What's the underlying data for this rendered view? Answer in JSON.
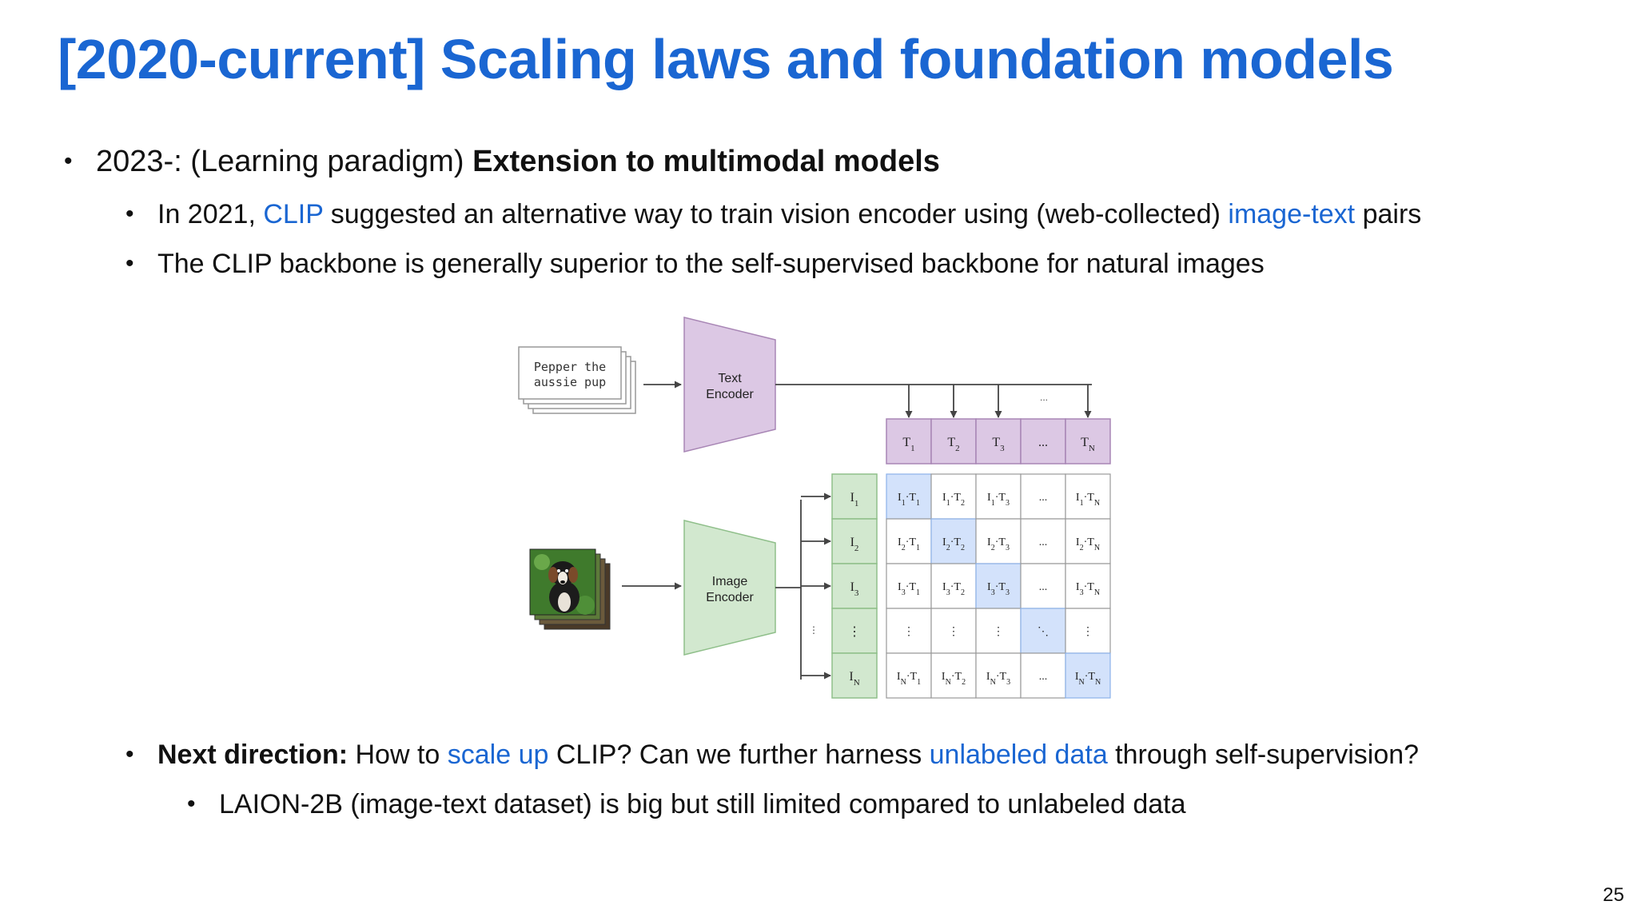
{
  "slide": {
    "title": "[2020-current] Scaling laws and foundation models",
    "page_number": "25"
  },
  "bullets": {
    "b1": {
      "prefix": "2023-: (Learning paradigm) ",
      "bold": "Extension to multimodal models"
    },
    "b2": {
      "t1": "In 2021, ",
      "link1": "CLIP",
      "t2": " suggested an alternative way to train vision encoder using (web-collected) ",
      "link2": "image-text",
      "t3": " pairs"
    },
    "b3": {
      "text": "The CLIP backbone is generally superior to the self-supervised backbone for natural images"
    },
    "b4": {
      "bold": "Next direction:",
      "t1": " How to ",
      "link1": "scale up",
      "t2": " CLIP? Can we further harness ",
      "link2": "unlabeled data",
      "t3": " through self-supervision?"
    },
    "b5": {
      "text": "LAION-2B (image-text dataset) is big but still limited compared to unlabeled data"
    }
  },
  "figure": {
    "caption_text_line1": "Pepper the",
    "caption_text_line2": "aussie pup",
    "text_encoder_line1": "Text",
    "text_encoder_line2": "Encoder",
    "image_encoder_line1": "Image",
    "image_encoder_line2": "Encoder",
    "top_ellipsis": "...",
    "text_embeddings": [
      "T1",
      "T2",
      "T3",
      "...",
      "TN"
    ],
    "image_embeddings": [
      "I1",
      "I2",
      "I3",
      "⋮",
      "IN"
    ],
    "matrix_rows": [
      [
        "I1·T1",
        "I1·T2",
        "I1·T3",
        "...",
        "I1·TN"
      ],
      [
        "I2·T1",
        "I2·T2",
        "I2·T3",
        "...",
        "I2·TN"
      ],
      [
        "I3·T1",
        "I3·T2",
        "I3·T3",
        "...",
        "I3·TN"
      ],
      [
        "⋮",
        "⋮",
        "⋮",
        "⋱",
        "⋮"
      ],
      [
        "IN·T1",
        "IN·T2",
        "IN·T3",
        "...",
        "IN·TN"
      ]
    ],
    "colors": {
      "text_fill": "#dcc8e4",
      "text_stroke": "#a886b5",
      "image_fill": "#d2e8cf",
      "image_stroke": "#8fbf8a",
      "diag_fill": "#d3e2fb",
      "diag_stroke": "#8cb2ea",
      "grid_stroke": "#9a9a9a"
    }
  }
}
